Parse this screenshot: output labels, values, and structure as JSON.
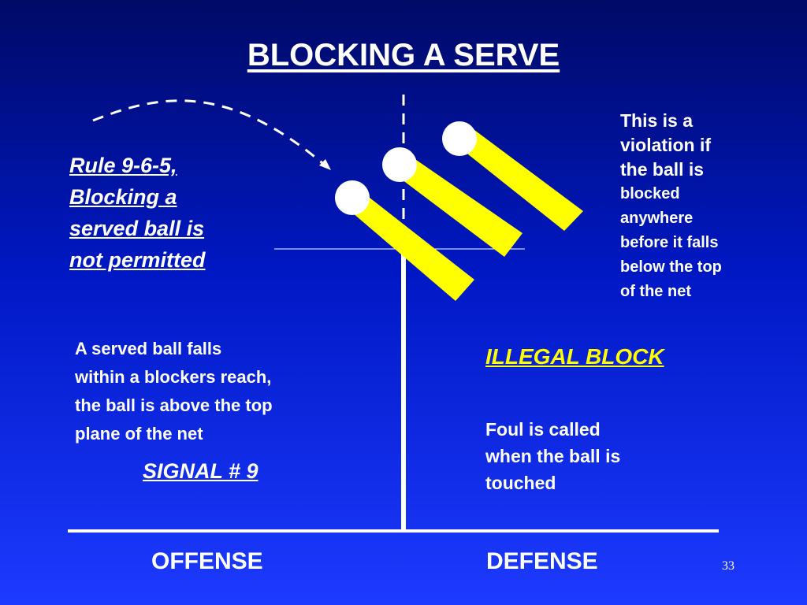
{
  "slide": {
    "title": "BLOCKING A SERVE",
    "rule_lines": [
      "Rule 9-6-5,",
      "Blocking a",
      "served ball is",
      "not permitted"
    ],
    "violation_lines": [
      "This is a",
      "violation if",
      "the ball is",
      "blocked",
      "anywhere",
      "before it falls",
      "below the top",
      "of the net"
    ],
    "served_lines": [
      "A served ball falls",
      "within a blockers reach,",
      "the ball is above the top",
      "plane of the net"
    ],
    "signal": "SIGNAL # 9",
    "illegal_block": "ILLEGAL BLOCK",
    "foul_lines": [
      "Foul is called",
      "when the ball is",
      "touched"
    ],
    "offense_label": "OFFENSE",
    "defense_label": "DEFENSE",
    "slide_number": "33"
  },
  "colors": {
    "text": "#ffffff",
    "highlight": "#ffff00",
    "ball": "#ffffff",
    "ball_trail": "#ffff00"
  },
  "diagram": {
    "balls": [
      {
        "name": "ball-low",
        "beam": "ball-trail-low"
      },
      {
        "name": "ball-middle",
        "beam": "ball-trail-middle"
      },
      {
        "name": "ball-high",
        "beam": "ball-trail-high"
      }
    ]
  }
}
